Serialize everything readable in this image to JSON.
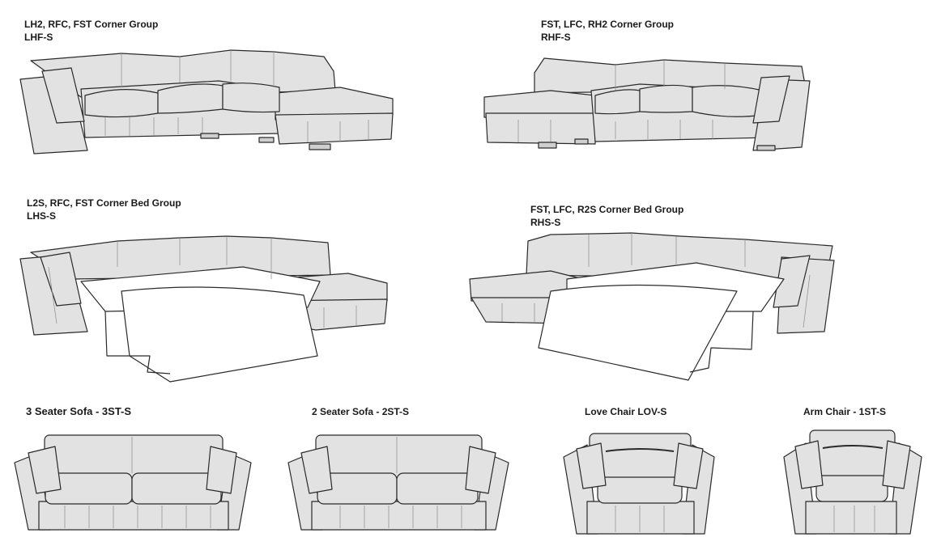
{
  "items": [
    {
      "name": "LH2, RFC, FST Corner Group",
      "code": "LHF-S"
    },
    {
      "name": "FST, LFC, RH2 Corner Group",
      "code": "RHF-S"
    },
    {
      "name": "L2S, RFC, FST Corner Bed Group",
      "code": "LHS-S"
    },
    {
      "name": "FST, LFC, R2S Corner Bed Group",
      "code": "RHS-S"
    },
    {
      "name": "3 Seater Sofa - 3ST-S"
    },
    {
      "name": "2 Seater Sofa - 2ST-S"
    },
    {
      "name": "Love Chair LOV-S"
    },
    {
      "name": "Arm Chair - 1ST-S"
    }
  ]
}
